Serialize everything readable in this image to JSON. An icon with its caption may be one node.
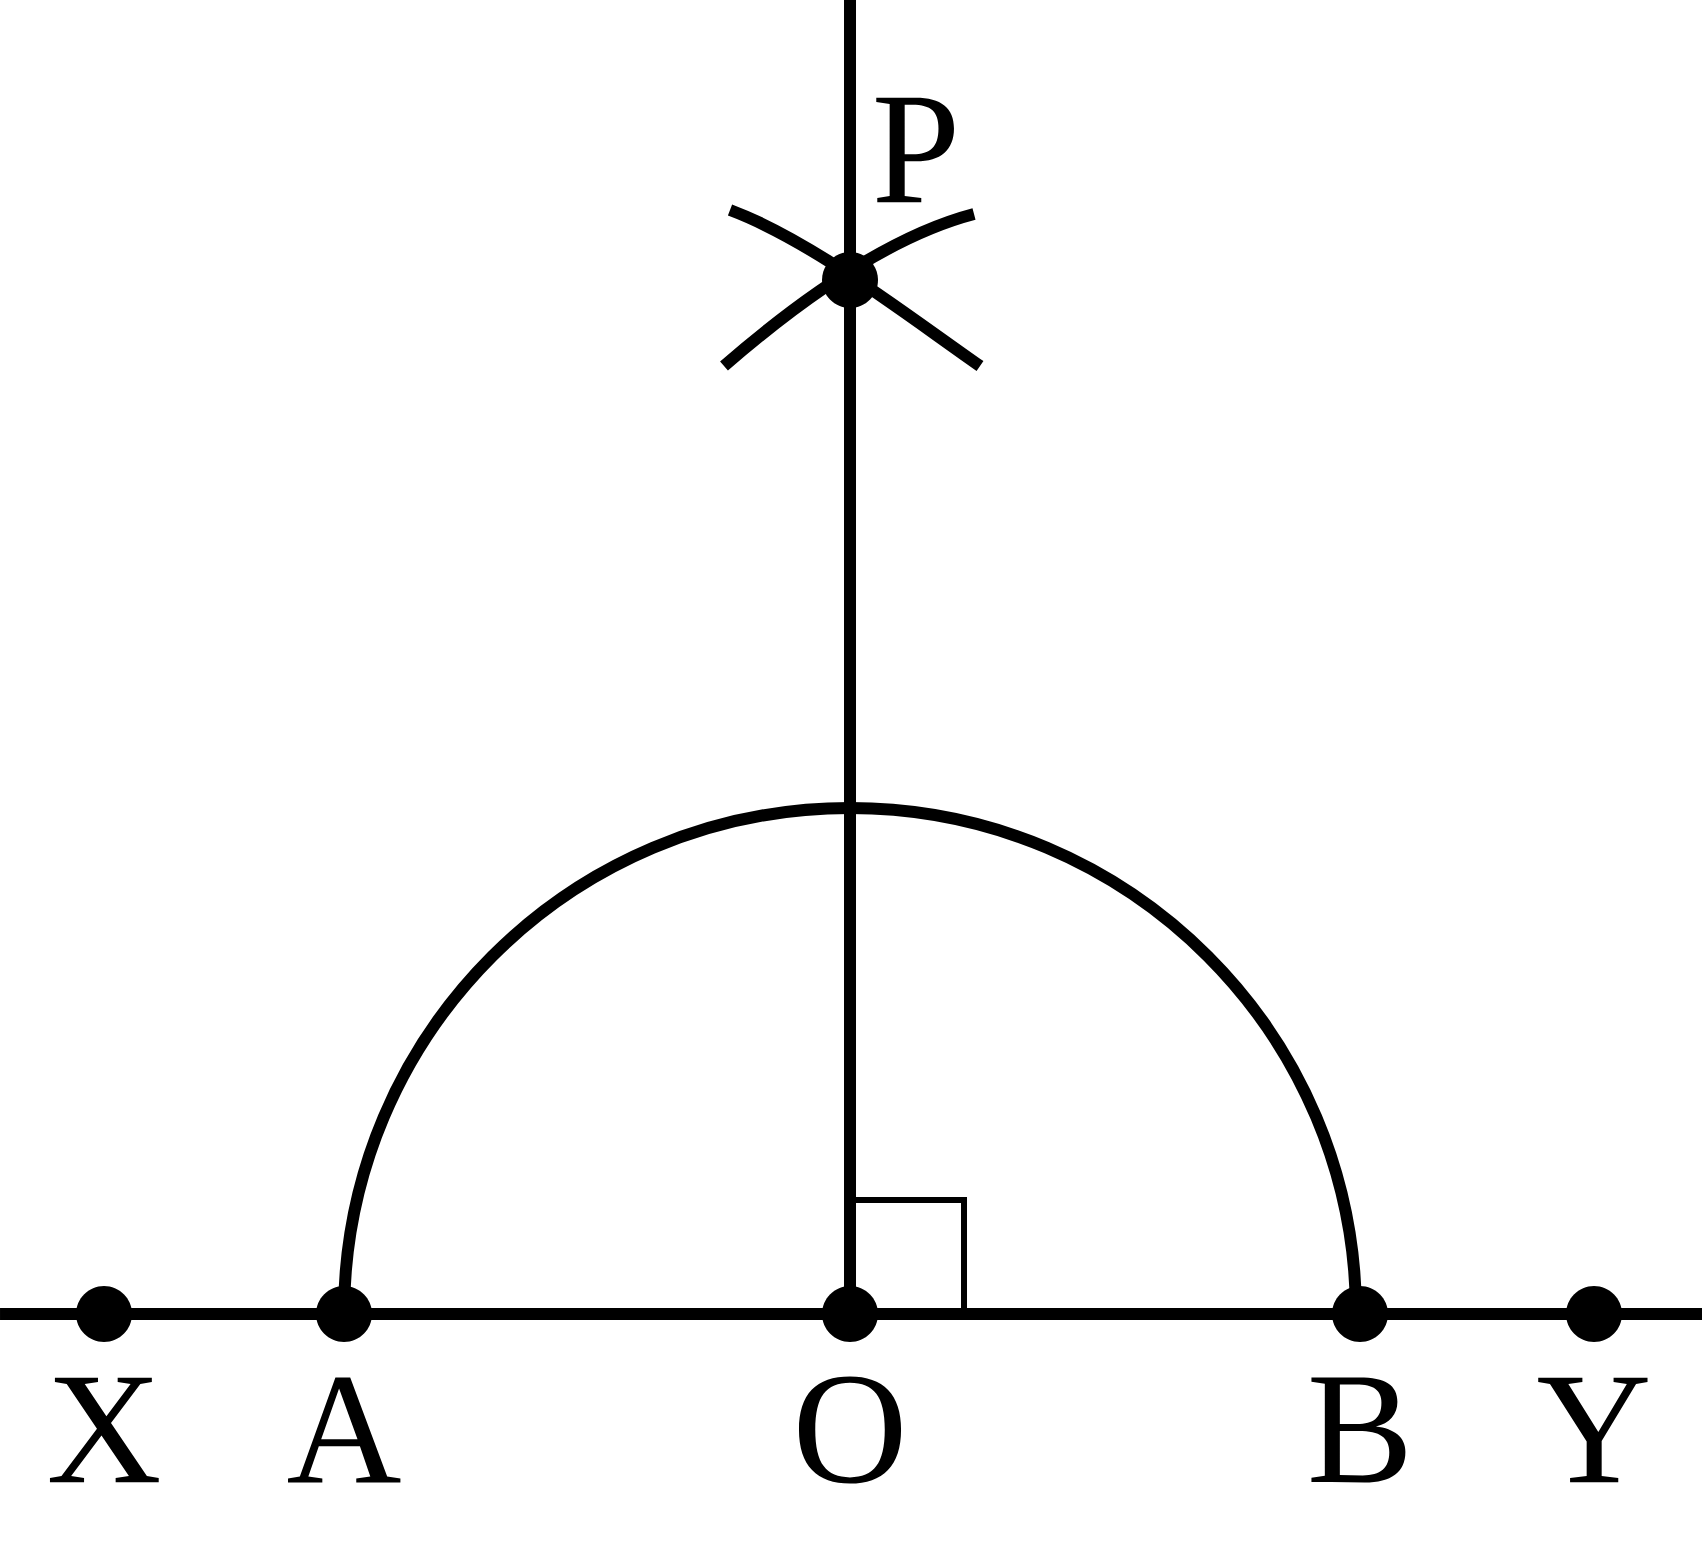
{
  "diagram": {
    "labels": [
      "P",
      "X",
      "A",
      "O",
      "B",
      "Y"
    ]
  }
}
